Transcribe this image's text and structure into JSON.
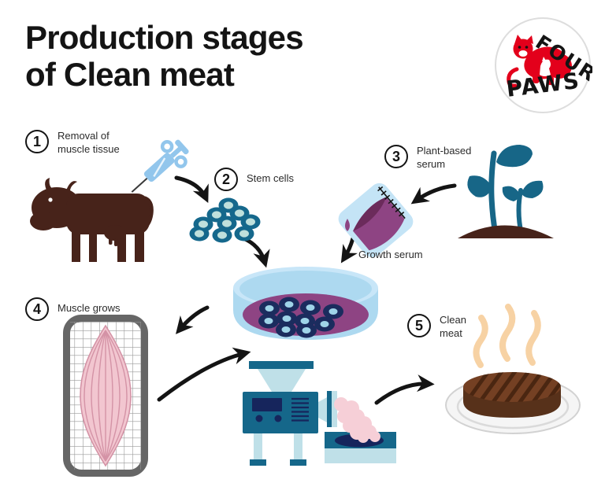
{
  "title": {
    "line1": "Production stages",
    "line2": "of Clean meat"
  },
  "logo": {
    "word1": "FOUR",
    "word2": "PAWS"
  },
  "stages": [
    {
      "number": "1",
      "line1": "Removal of",
      "line2": "muscle tissue"
    },
    {
      "number": "2",
      "line1": "Stem cells",
      "line2": ""
    },
    {
      "number": "3",
      "line1": "Plant-based",
      "line2": "serum"
    },
    {
      "number": "4",
      "line1": "Muscle grows",
      "line2": ""
    },
    {
      "number": "5",
      "line1": "Clean",
      "line2": "meat"
    }
  ],
  "labels": {
    "growth_serum": "Growth serum"
  },
  "colors": {
    "background": "#FFFFFF",
    "text": "#141414",
    "arrow": "#141414",
    "cow_brown": "#47231A",
    "teal_dark": "#15678A",
    "light_blue": "#A9D6F0",
    "pale_blue": "#BFE0E8",
    "navy": "#16255C",
    "purple": "#8E4483",
    "purple_dark": "#6B2B5B",
    "cell_center": "#BFE0DC",
    "muscle_pink": "#F2C6D0",
    "muscle_line": "#D493A6",
    "frame_gray": "#666666",
    "meat_top_brown": "#744023",
    "meat_side_brown": "#57311A",
    "grill_mark": "#4A2611",
    "steam_peach": "#F7D2A4",
    "plate_gray": "#D2D2D2",
    "logo_red": "#E3001B"
  }
}
